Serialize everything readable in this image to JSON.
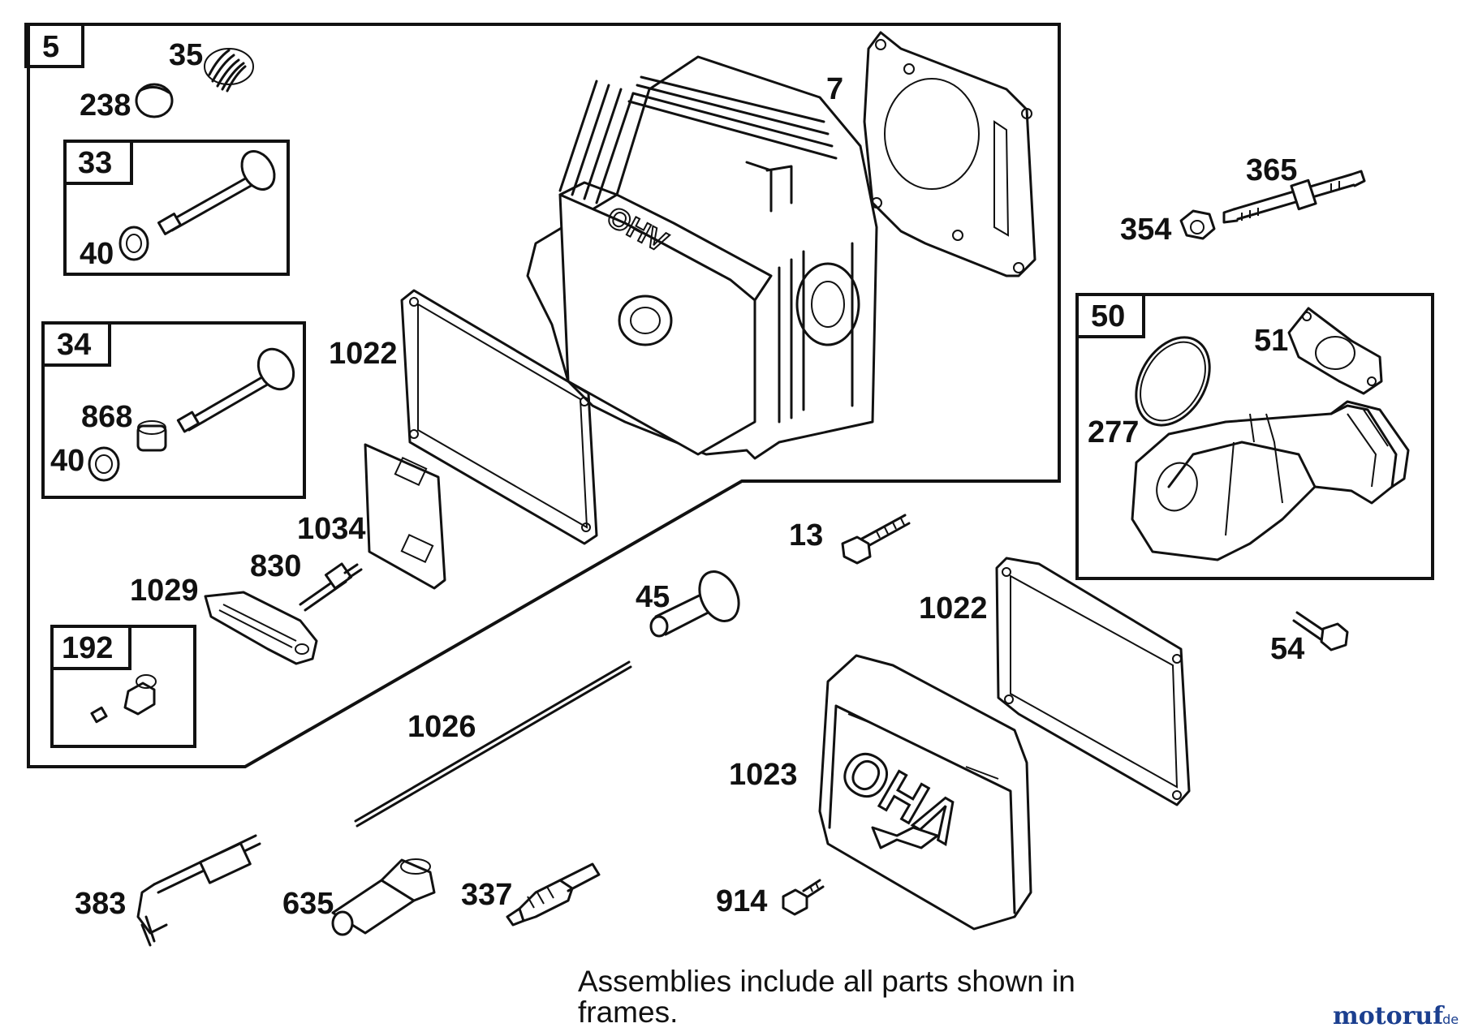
{
  "frames": {
    "f5": "5",
    "f33": "33",
    "f34": "34",
    "f192": "192",
    "f50": "50"
  },
  "labels": {
    "p35": "35",
    "p238": "238",
    "p40a": "40",
    "p868": "868",
    "p40b": "40",
    "p7": "7",
    "p1022a": "1022",
    "p1034": "1034",
    "p830": "830",
    "p1029": "1029",
    "p365": "365",
    "p354": "354",
    "p51": "51",
    "p277": "277",
    "p13": "13",
    "p45": "45",
    "p1022b": "1022",
    "p54": "54",
    "p1026": "1026",
    "p1023": "1023",
    "p383": "383",
    "p635": "635",
    "p337": "337",
    "p914": "914"
  },
  "note": {
    "line1": "Assemblies include all parts shown in",
    "line2": "frames."
  },
  "watermark": {
    "text": "motoruf",
    "suffix": ".de",
    "color_main": "#1b3f8f",
    "color_accent": "#c8102e"
  },
  "colors": {
    "line": "#111111",
    "background": "#ffffff"
  }
}
